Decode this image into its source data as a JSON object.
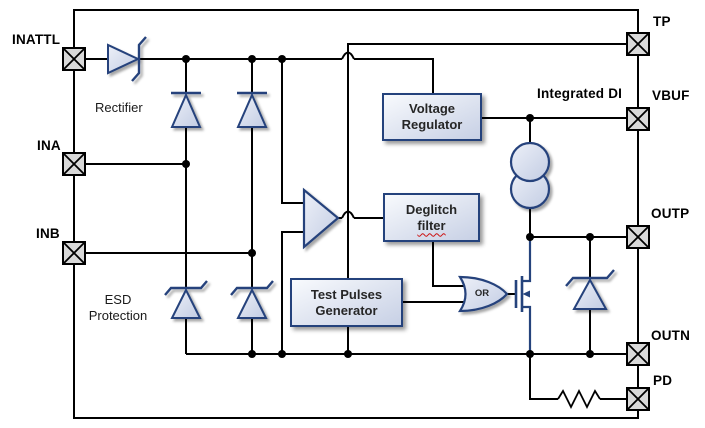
{
  "pins": {
    "left": [
      {
        "label": "INATTL"
      },
      {
        "label": "INA"
      },
      {
        "label": "INB"
      }
    ],
    "right": [
      {
        "label": "TP"
      },
      {
        "label": "VBUF"
      },
      {
        "label": "OUTP"
      },
      {
        "label": "OUTN"
      },
      {
        "label": "PD"
      }
    ]
  },
  "blocks": {
    "voltage_regulator": {
      "line1": "Voltage",
      "line2": "Regulator"
    },
    "deglitch_filter": {
      "line1": "Deglitch",
      "line2": "filter"
    },
    "test_pulses_generator": {
      "line1": "Test Pulses",
      "line2": "Generator"
    }
  },
  "annotations": {
    "rectifier": "Rectifier",
    "esd_line1": "ESD",
    "esd_line2": "Protection",
    "integrated_di": "Integrated DI"
  },
  "gates": {
    "or_label": "OR"
  },
  "colors": {
    "background": "#FFFFFF",
    "wire": "#000000",
    "symbol_outline": "#25437C",
    "symbol_fill_light": "#EDF0F8",
    "symbol_fill_dark": "#C2CCE3",
    "block_border": "#24427C",
    "pin_fill": "#D9D9D9",
    "spellcheck_underline": "#CC1111",
    "text": "#000000"
  }
}
